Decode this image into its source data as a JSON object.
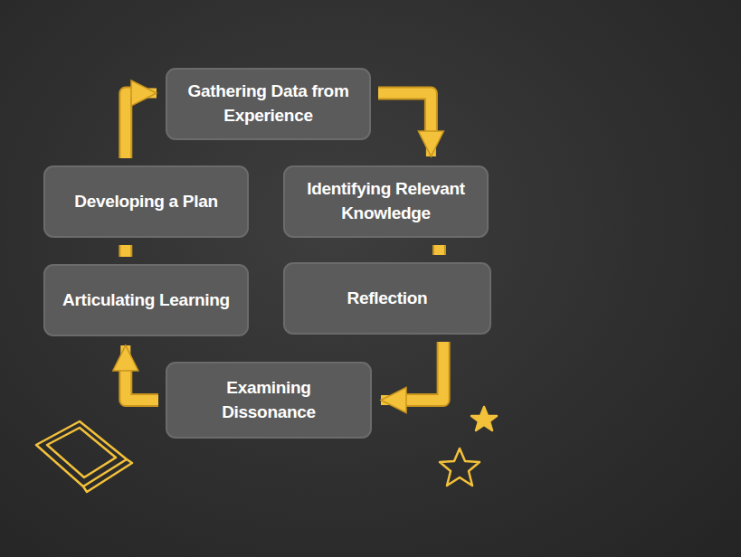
{
  "diagram": {
    "nodes": [
      {
        "text": [
          "Gathering Data from Experience"
        ]
      },
      {
        "text": [
          "Identifying Relevant Knowledge"
        ]
      },
      {
        "text": [
          "Reflection"
        ]
      },
      {
        "text": [
          "Examining Dissonance"
        ]
      },
      {
        "text": [
          "Articulating Learning"
        ]
      },
      {
        "text": [
          "Developing a Plan"
        ]
      }
    ],
    "edges": [
      {
        "from": 0,
        "to": 1,
        "arrow": "to"
      },
      {
        "from": 1,
        "to": 2,
        "arrow": "none"
      },
      {
        "from": 2,
        "to": 3,
        "arrow": "to"
      },
      {
        "from": 3,
        "to": 4,
        "arrow": "to"
      },
      {
        "from": 4,
        "to": 5,
        "arrow": "none"
      },
      {
        "from": 5,
        "to": 0,
        "arrow": "to"
      }
    ]
  }
}
